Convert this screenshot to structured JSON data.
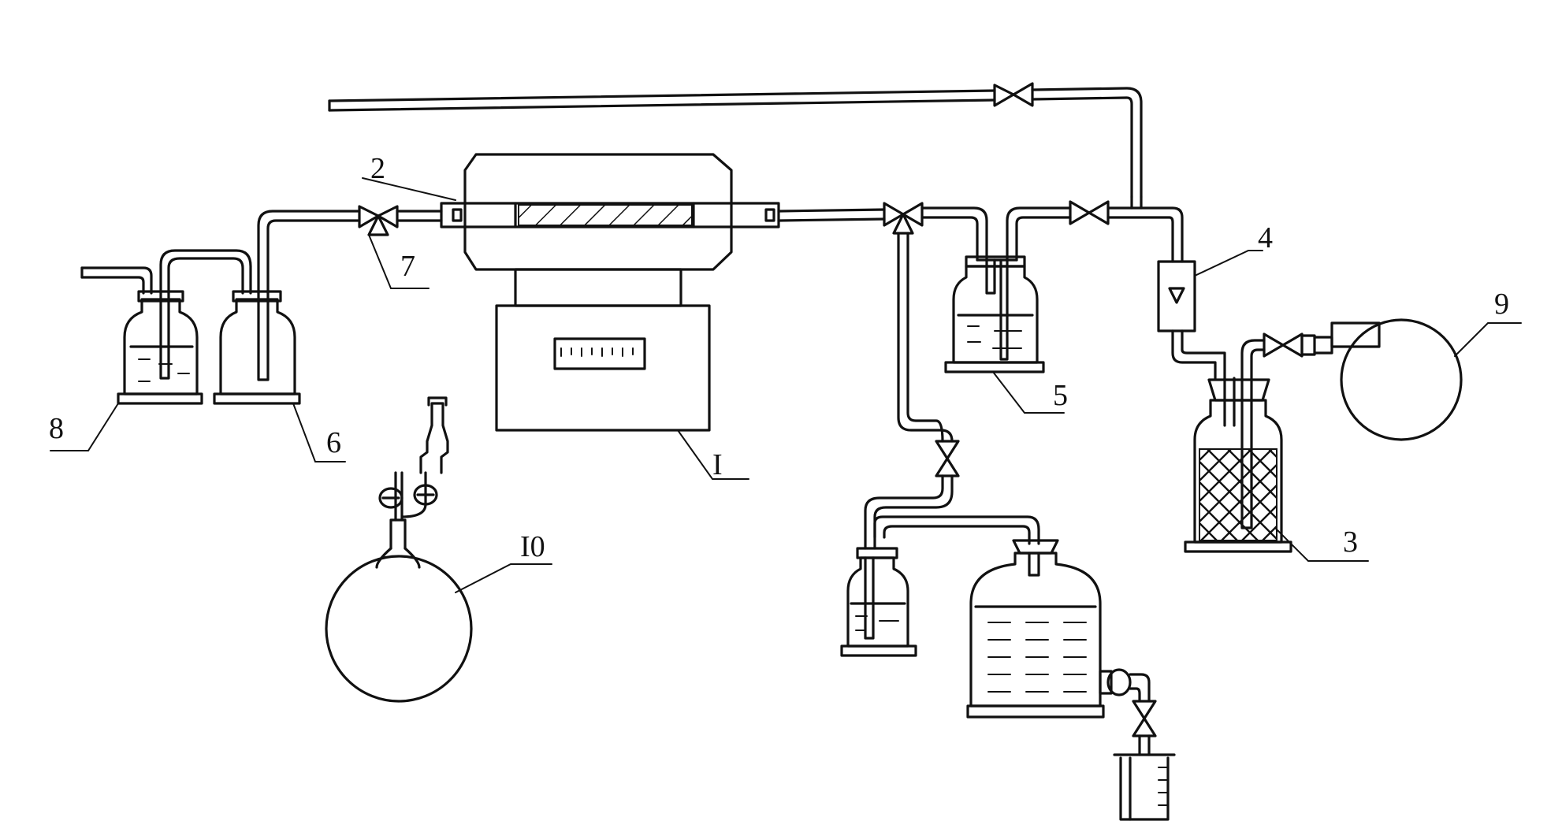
{
  "labels": {
    "furnace": "I",
    "quartz_tube": "2",
    "packed_bottle": "3",
    "flowmeter": "4",
    "wash_bottle_right": "5",
    "wash_bottle_mid": "6",
    "three_way_valve": "7",
    "wash_bottle_left": "8",
    "gas_cylinder": "9",
    "aspirator_flask": "I0"
  }
}
